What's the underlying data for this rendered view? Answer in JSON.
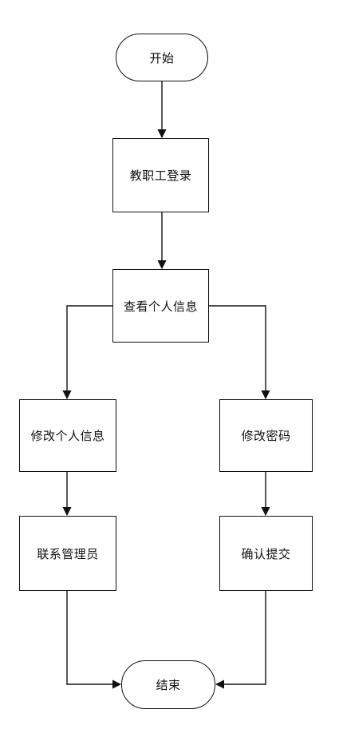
{
  "nodes": {
    "start": "开始",
    "login": "教职工登录",
    "view_info": "查看个人信息",
    "edit_info": "修改个人信息",
    "change_password": "修改密码",
    "contact_admin": "联系管理员",
    "confirm_submit": "确认提交",
    "end": "结束"
  },
  "colors": {
    "stroke": "#111111",
    "background": "#ffffff"
  }
}
